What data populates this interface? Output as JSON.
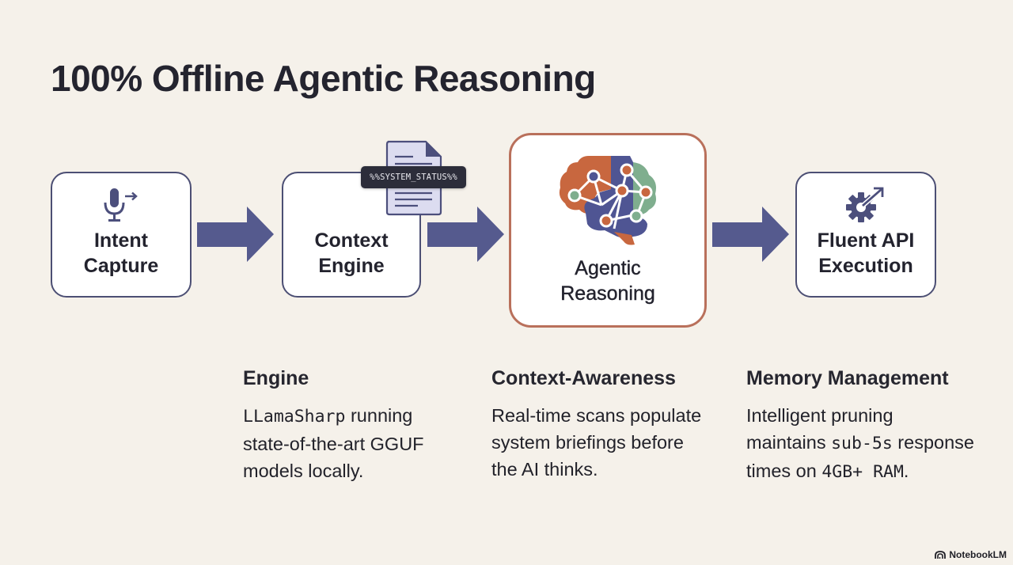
{
  "slide": {
    "title": "100% Offline Agentic Reasoning"
  },
  "flow": {
    "steps": [
      {
        "label": "Intent\nCapture",
        "icon": "microphone-arrow-icon",
        "highlighted": false
      },
      {
        "label": "Context\nEngine",
        "icon": "document-icon",
        "highlighted": false
      },
      {
        "label": "Agentic\nReasoning",
        "icon": "brain-network-icon",
        "highlighted": true
      },
      {
        "label": "Fluent API\nExecution",
        "icon": "gear-arrow-icon",
        "highlighted": false
      }
    ],
    "status_chip": "%%SYSTEM_STATUS%%"
  },
  "sections": [
    {
      "heading": "Engine",
      "lines": [
        {
          "mono": "LLamaSharp",
          "text": " running"
        },
        {
          "mono": "",
          "text": "state-of-the-art GGUF"
        },
        {
          "mono": "",
          "text": "models locally."
        }
      ]
    },
    {
      "heading": "Context-Awareness",
      "lines": [
        {
          "mono": "",
          "text": "Real-time scans populate"
        },
        {
          "mono": "",
          "text": "system briefings before"
        },
        {
          "mono": "",
          "text": "the AI thinks."
        }
      ]
    },
    {
      "heading": "Memory Management",
      "lines": [
        {
          "mono": "",
          "text": "Intelligent pruning"
        },
        {
          "pre": "maintains ",
          "mono": "sub-5s",
          "text": " response"
        },
        {
          "pre": "times on ",
          "mono": "4GB+ RAM",
          "text": "."
        }
      ]
    }
  ],
  "branding": {
    "label": "NotebookLM"
  },
  "colors": {
    "background": "#f5f1ea",
    "box_border": "#4c4f74",
    "arrow": "#555a8e",
    "highlight_border": "#b9705b",
    "brain_orange": "#c8673f",
    "brain_blue": "#4f5593",
    "brain_green": "#7fae8e"
  }
}
